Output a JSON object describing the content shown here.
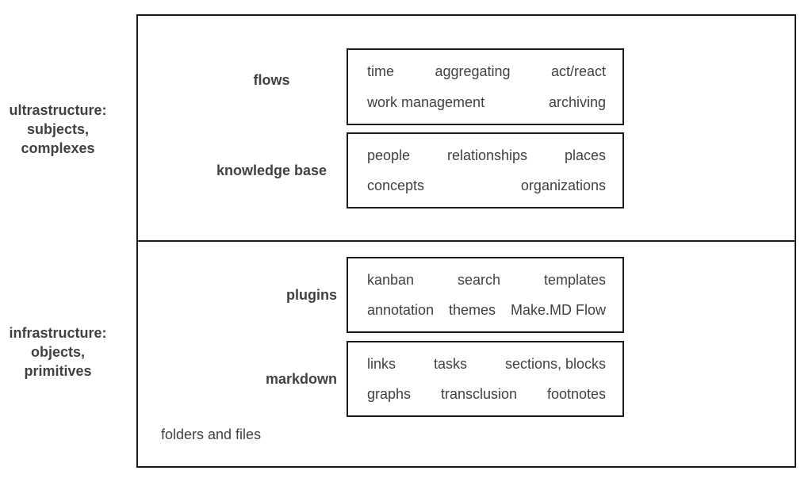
{
  "colors": {
    "background": "#ffffff",
    "border": "#1a1a1a",
    "text": "#414141"
  },
  "left_labels": {
    "ultrastructure": {
      "lines": [
        "ultrastructure:",
        "subjects,",
        "complexes"
      ]
    },
    "infrastructure": {
      "lines": [
        "infrastructure:",
        "objects,",
        "primitives"
      ]
    }
  },
  "sections": {
    "ultrastructure": {
      "groups": [
        {
          "label": "flows",
          "rows": [
            [
              "time",
              "aggregating",
              "act/react"
            ],
            [
              "work management",
              "archiving"
            ]
          ]
        },
        {
          "label": "knowledge base",
          "rows": [
            [
              "people",
              "relationships",
              "places"
            ],
            [
              "concepts",
              "organizations"
            ]
          ]
        }
      ]
    },
    "infrastructure": {
      "groups": [
        {
          "label": "plugins",
          "rows": [
            [
              "kanban",
              "search",
              "templates"
            ],
            [
              "annotation",
              "themes",
              "Make.MD Flow"
            ]
          ]
        },
        {
          "label": "markdown",
          "rows": [
            [
              "links",
              "tasks",
              "sections, blocks"
            ],
            [
              "graphs",
              "transclusion",
              "footnotes"
            ]
          ]
        }
      ],
      "footer": "folders and files"
    }
  }
}
